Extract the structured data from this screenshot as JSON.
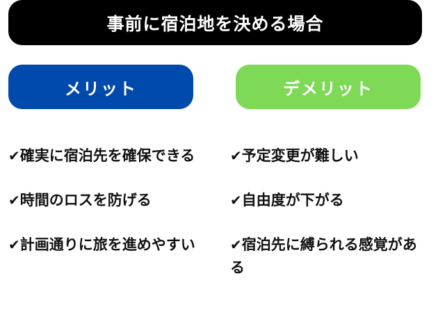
{
  "title": "事前に宿泊地を決める場合",
  "colors": {
    "title_bg": "#000000",
    "merit_bg": "#004aad",
    "demerit_bg": "#7ed957",
    "text": "#111111"
  },
  "merit": {
    "label": "メリット",
    "check_icon": "✔",
    "items": [
      {
        "text": "確実に宿泊先を確保できる"
      },
      {
        "text": "時間のロスを防げる"
      },
      {
        "text": "計画通りに旅を進めやすい"
      }
    ]
  },
  "demerit": {
    "label": "デメリット",
    "check_icon": "✔",
    "items": [
      {
        "text": "予定変更が難しい"
      },
      {
        "text": "自由度が下がる"
      },
      {
        "text": "宿泊先に縛られる感覚がある"
      }
    ]
  }
}
